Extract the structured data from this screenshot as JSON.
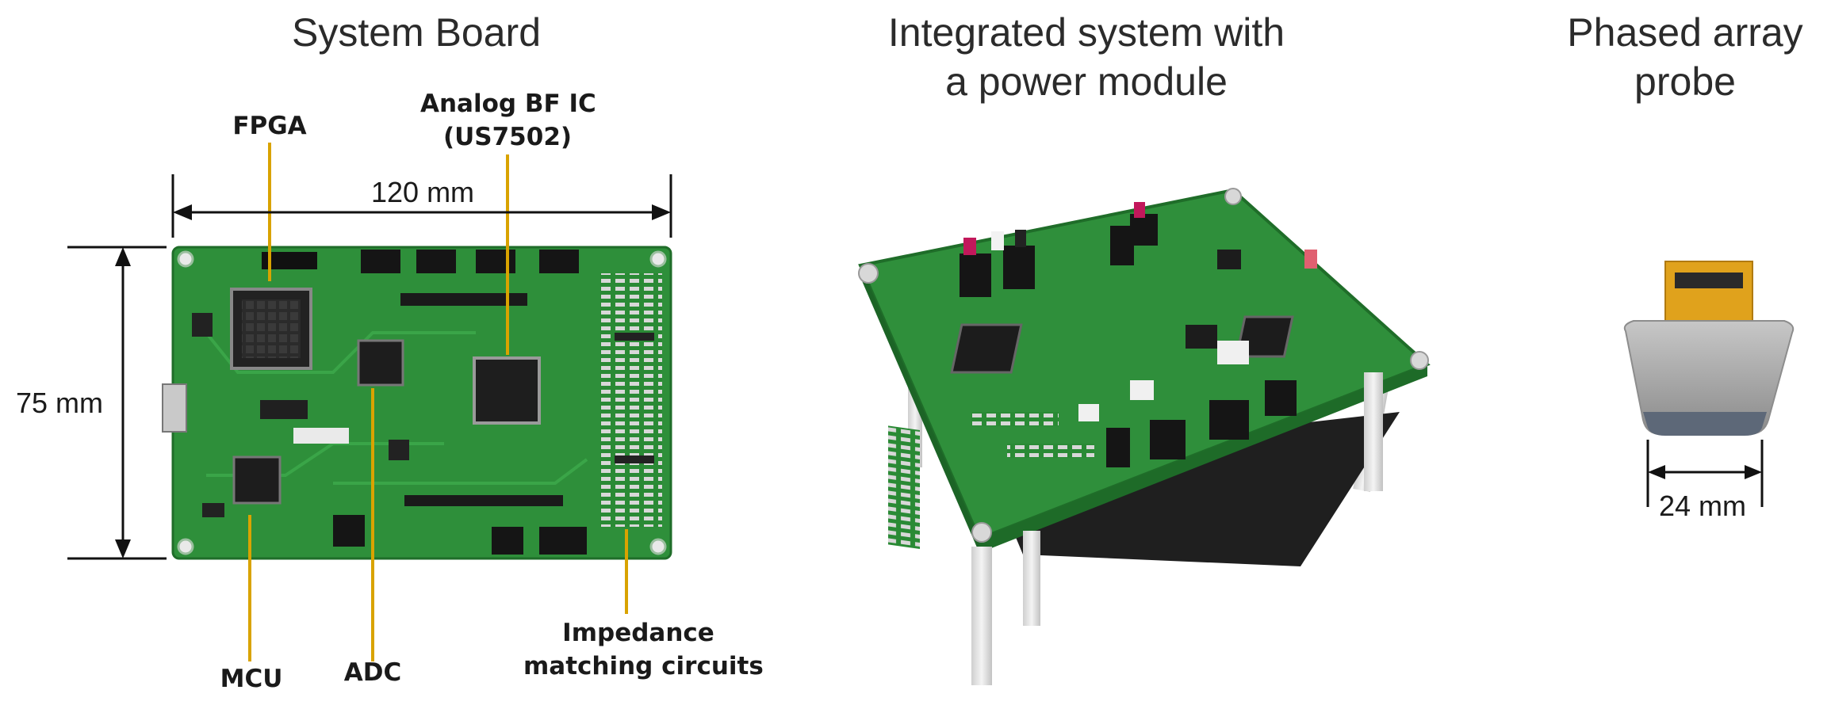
{
  "panels": {
    "system_board": {
      "title": "System Board",
      "callouts": {
        "fpga": "FPGA",
        "analog_bf_line1": "Analog BF IC",
        "analog_bf_line2": "(US7502)",
        "mcu": "MCU",
        "adc": "ADC",
        "impedance_line1": "Impedance",
        "impedance_line2": "matching circuits"
      },
      "dimensions": {
        "width": "120 mm",
        "height": "75 mm"
      }
    },
    "integrated_system": {
      "title_line1": "Integrated system with",
      "title_line2": "a power module"
    },
    "probe": {
      "title_line1": "Phased array",
      "title_line2": "probe",
      "dimension": "24 mm"
    }
  },
  "colors": {
    "pcb_green": "#2e8f3a",
    "callout_line": "#d9a300",
    "dimension_line": "#111111",
    "probe_gray": "#a9a9a9",
    "flex_cable": "#e0a21c"
  }
}
